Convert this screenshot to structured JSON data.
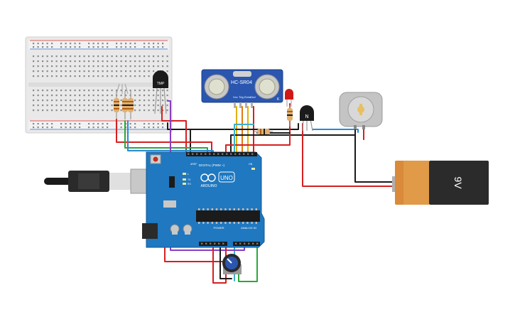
{
  "ultrasonic": {
    "model": "HC-SR04",
    "pins": [
      "Vcc",
      "Trig",
      "Echo",
      "Gnd"
    ],
    "side_mark": "K"
  },
  "temp_sensor": {
    "label": "TMP"
  },
  "transistor": {
    "label": "N"
  },
  "battery": {
    "label": "9V"
  },
  "arduino": {
    "model": "UNO",
    "brand": "ARDUINO",
    "digital_label": "DIGITAL (PWM ~)",
    "power_label": "POWER",
    "analog_label": "ANALOG IN",
    "on_label": "ON",
    "tx_label": "TX",
    "rx_label": "RX",
    "l_label": "L",
    "aref_label": "AREF",
    "gnd_label": "GND"
  },
  "colors": {
    "red": "#d62020",
    "black": "#1b1b1b",
    "green": "#2aa83a",
    "blue": "#2a8ad8",
    "purple": "#8a3ec2",
    "yellow": "#e3b000",
    "orange": "#e07a10",
    "board": "#1f78c0",
    "breadboard": "#e8e8e8",
    "sensor_board": "#2a56b0",
    "battery_body": "#d98a3a",
    "battery_top": "#2b2b2b"
  }
}
